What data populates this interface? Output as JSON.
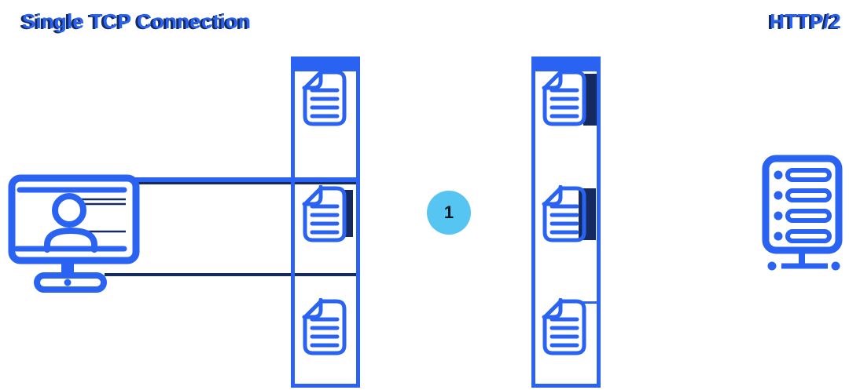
{
  "header": {
    "title": "Single TCP Connection",
    "protocol": "HTTP/2"
  },
  "connection": {
    "sequence_label": "1"
  },
  "diagram": {
    "client": {
      "icon": "monitor-user-icon"
    },
    "server": {
      "icon": "server-rack-icon"
    },
    "request_stack": {
      "icon": "document-icon",
      "document_count": 3
    },
    "response_stack": {
      "icon": "document-icon",
      "document_count": 3
    }
  },
  "colors": {
    "primary_blue": "#2A62F2",
    "shadow_navy": "#152A5E",
    "badge_light_blue": "#56C5F1",
    "badge_text": "#0E1726",
    "background": "#FFFFFF"
  }
}
